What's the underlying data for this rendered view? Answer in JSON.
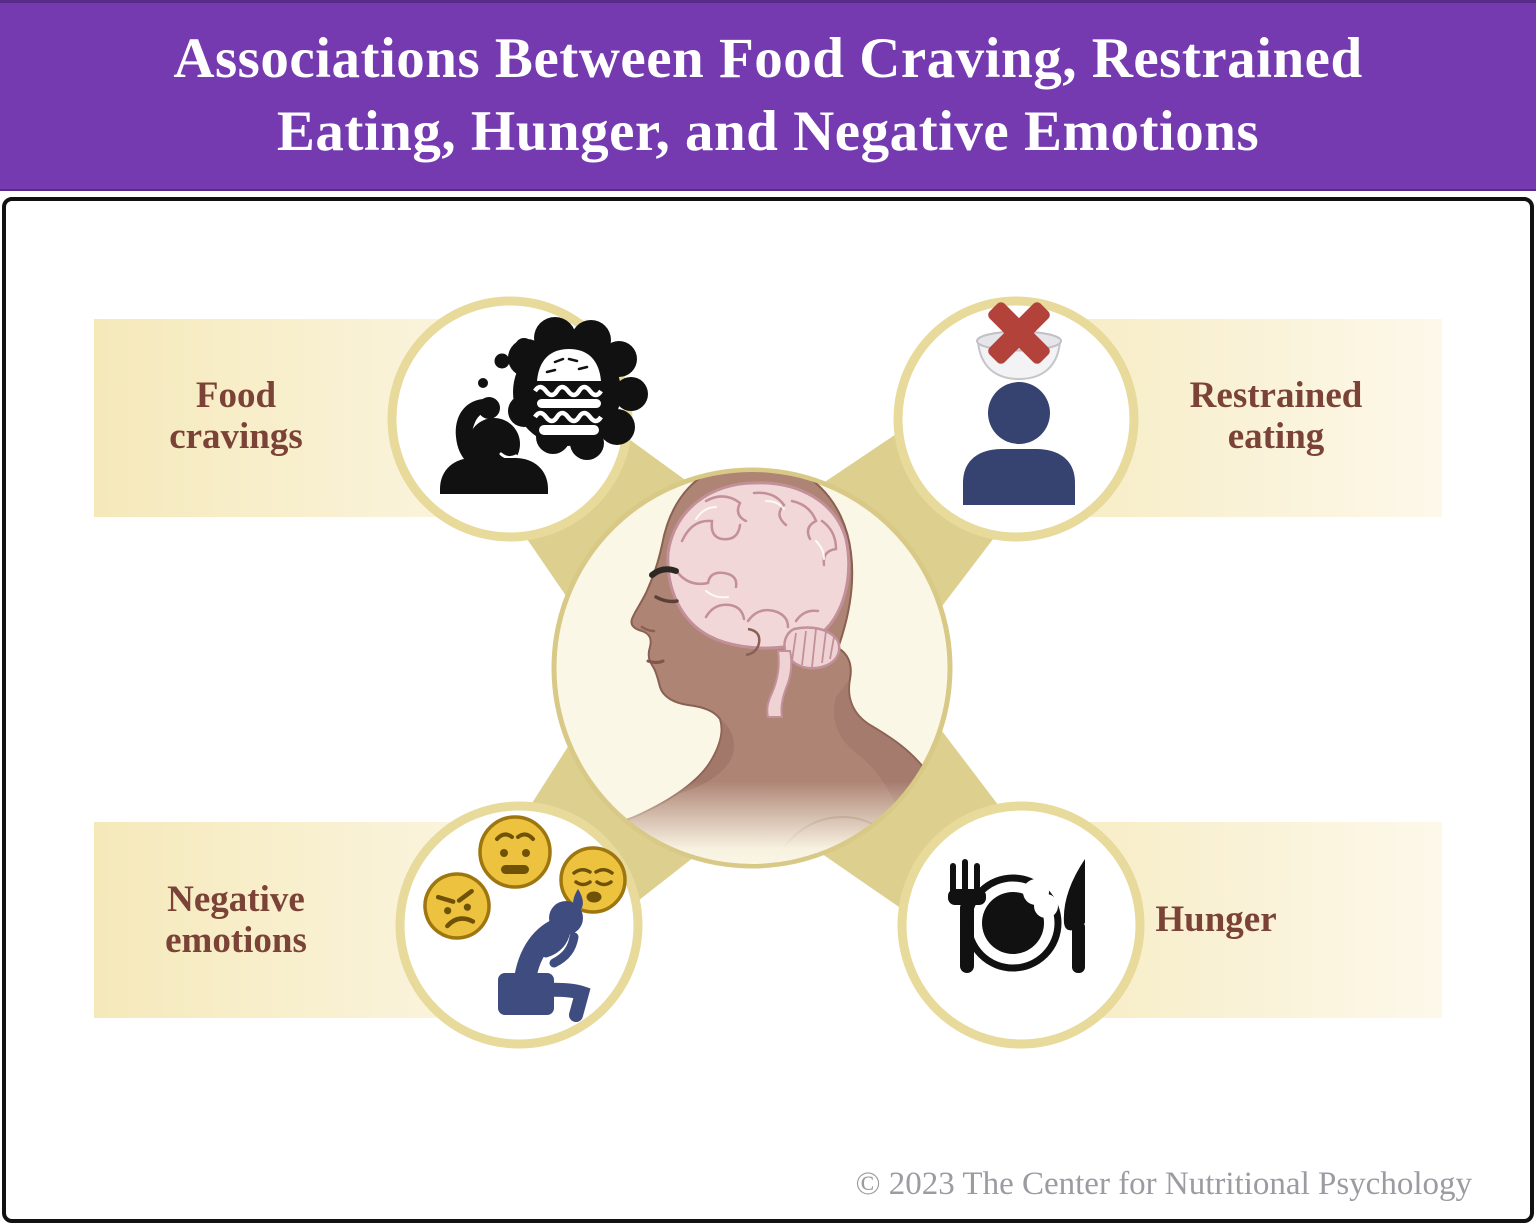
{
  "header": {
    "title": "Associations Between Food Craving, Restrained\nEating, Hunger, and Negative Emotions"
  },
  "nodes": {
    "food_cravings": {
      "label": "Food\ncravings",
      "icon": "woman-thinking-burger-icon"
    },
    "restrained_eating": {
      "label": "Restrained\neating",
      "icon": "person-crossed-bowl-icon"
    },
    "negative_emotions": {
      "label": "Negative\nemotions",
      "icon": "sad-person-emojis-icon"
    },
    "hunger": {
      "label": "Hunger",
      "icon": "fork-bitten-plate-knife-icon"
    }
  },
  "center": {
    "icon": "head-profile-brain-icon"
  },
  "footer": {
    "copyright": "© 2023 The Center for Nutritional Psychology"
  },
  "colors": {
    "banner_purple": "#753AB0",
    "banner_edge": "#5B2B8C",
    "band_deep": "#F5E9BA",
    "band_light": "#FDF8EA",
    "beam_tan": "#DDCF8D",
    "ring_tan": "#E7DA9B",
    "center_ring": "#D8CA86",
    "center_fill": "#FBF7E6",
    "label_brown": "#7B4337",
    "icon_black": "#111111",
    "navy": "#36426F",
    "red_x": "#B2423A",
    "emoji_yellow": "#EDC23E",
    "emoji_outline": "#9D760F",
    "skin": "#AE8475",
    "brain_pink": "#F2D7D8",
    "footer_gray": "#9B9BA1"
  }
}
